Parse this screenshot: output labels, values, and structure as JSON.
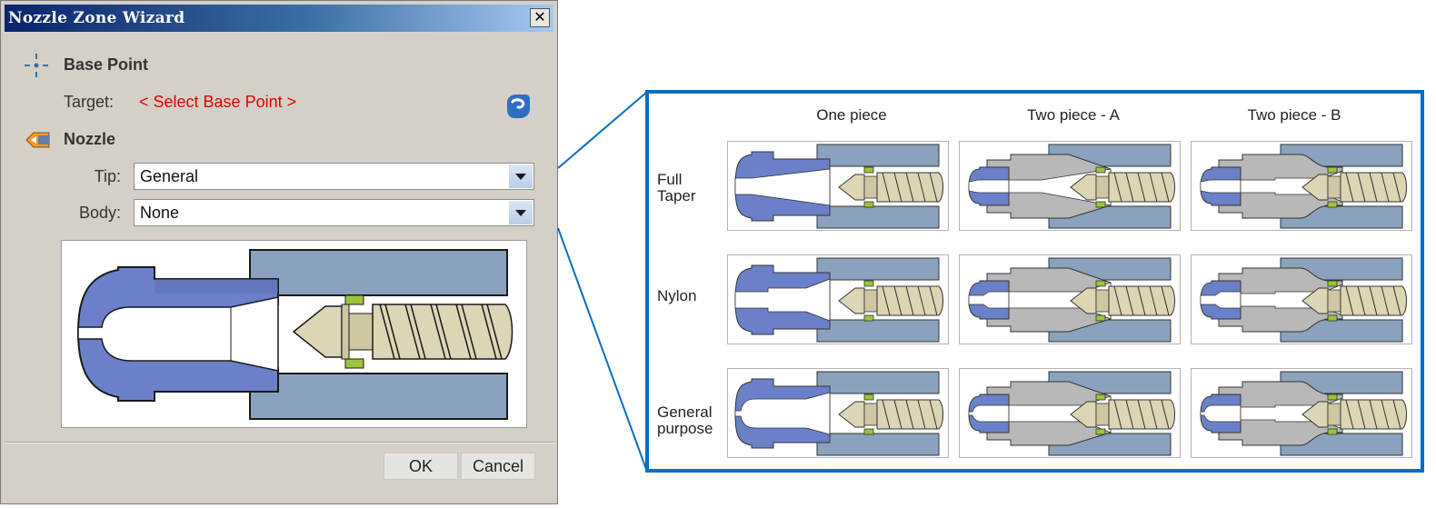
{
  "dialog": {
    "title": "Nozzle Zone Wizard",
    "close_glyph": "✕",
    "base_point": {
      "section_label": "Base Point",
      "icon": "crosshair-icon",
      "target_label": "Target:",
      "target_value": "< Select Base Point >",
      "pick_icon": "hand-pointer-icon"
    },
    "nozzle": {
      "section_label": "Nozzle",
      "icon": "nozzle-icon",
      "tip_label": "Tip:",
      "tip_value": "General",
      "body_label": "Body:",
      "body_value": "None"
    },
    "buttons": {
      "ok": "OK",
      "cancel": "Cancel"
    }
  },
  "callout": {
    "columns": [
      "One piece",
      "Two piece - A",
      "Two piece - B"
    ],
    "rows": [
      {
        "label_lines": [
          "Full",
          "Taper"
        ]
      },
      {
        "label_lines": [
          "Nylon"
        ]
      },
      {
        "label_lines": [
          "General",
          "purpose"
        ]
      }
    ]
  },
  "colors": {
    "title_bar_start": "#0a246a",
    "title_bar_end": "#a6caf0",
    "dialog_bg": "#d4d0c8",
    "link_red": "#e00000",
    "nozzle_blue": "#6a80c8",
    "barrel_blue": "#8aa2bd",
    "screw_beige": "#ddd6b4",
    "ring_green": "#9cc43a",
    "body_grey": "#b8b8b8",
    "callout_border": "#0a6ec0"
  }
}
